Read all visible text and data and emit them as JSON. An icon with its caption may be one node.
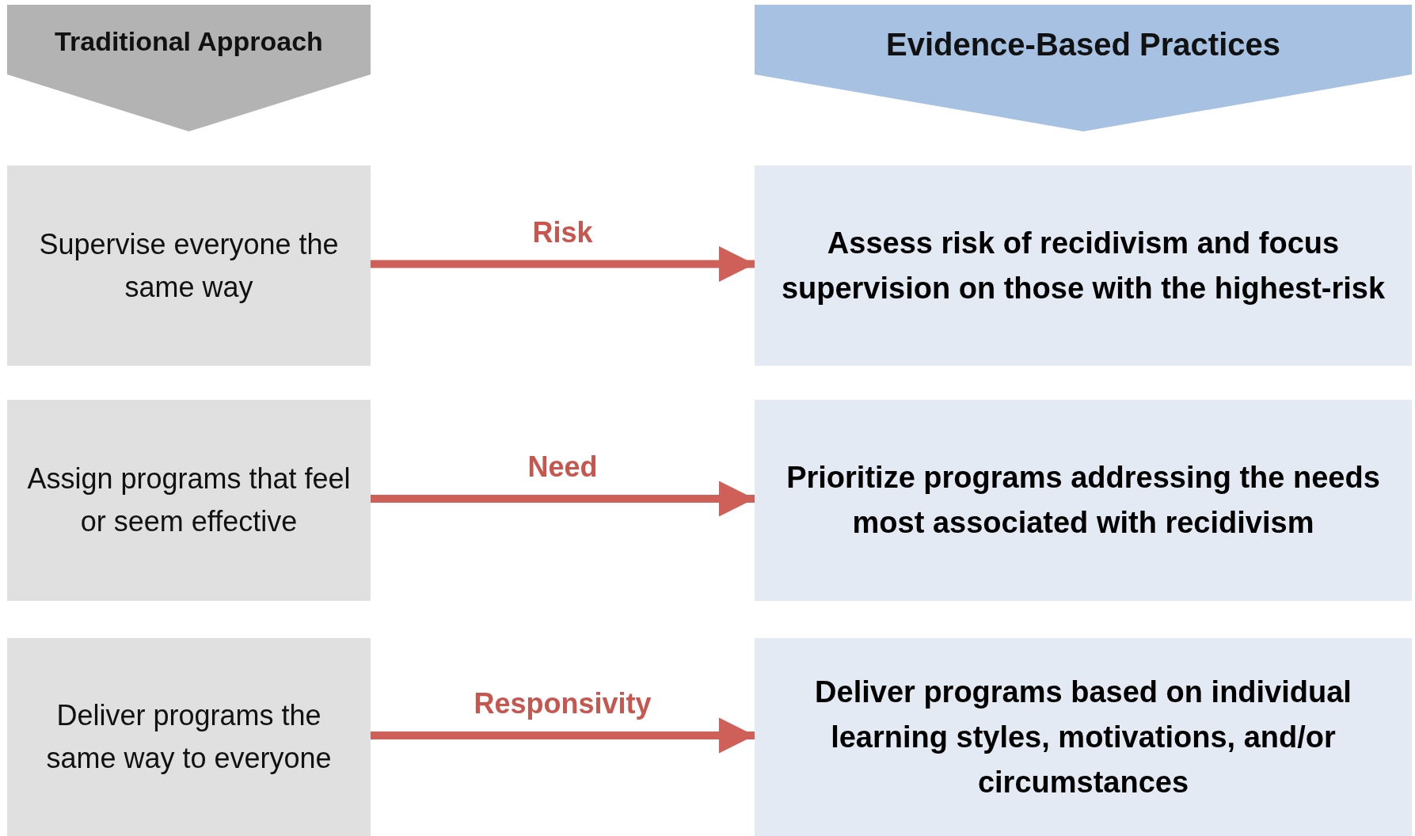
{
  "diagram": {
    "nodes": [
      {
        "text": [
          "Traditional Approach"
        ]
      },
      {
        "text": [
          "Evidence-Based Practices"
        ]
      },
      {
        "text": [
          "Supervise everyone the same way"
        ]
      },
      {
        "text": [
          "Assess risk of recidivism and focus supervision on those with the highest-risk"
        ]
      },
      {
        "text": [
          "Assign programs that feel or seem effective"
        ]
      },
      {
        "text": [
          "Prioritize programs addressing the needs most associated with recidivism"
        ]
      },
      {
        "text": [
          "Deliver programs the same way to everyone"
        ]
      },
      {
        "text": [
          "Deliver programs based on individual learning styles, motivations, and/or circumstances"
        ]
      }
    ],
    "edges": [
      {
        "from": 2,
        "to": 3,
        "arrow": "to",
        "label": "Risk"
      },
      {
        "from": 4,
        "to": 5,
        "arrow": "to",
        "label": "Need"
      },
      {
        "from": 6,
        "to": 7,
        "arrow": "to",
        "label": "Responsivity"
      }
    ]
  }
}
